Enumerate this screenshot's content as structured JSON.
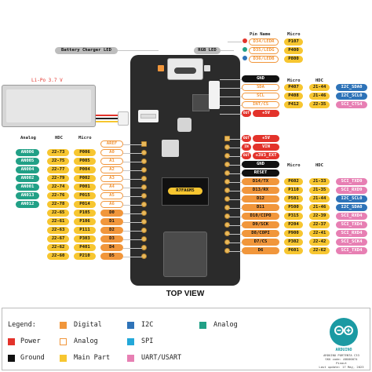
{
  "colors": {
    "digital": "#f1963b",
    "analog": "#21a086",
    "i2c": "#2e73b8",
    "spi": "#23a8d9",
    "uart": "#e77fb3",
    "power": "#e3332b",
    "ground": "#111111",
    "main_part": "#f7c630"
  },
  "labels": {
    "battery_led": "Battery Charger LED",
    "rgb_led": "RGB LED",
    "lipo": "Li-Po 3.7 V",
    "top_view": "TOP VIEW",
    "chip": "R7FA6M5"
  },
  "rgb": {
    "headers": {
      "pin": "Pin Name",
      "micro": "Micro"
    },
    "rows": [
      {
        "pin": "D34/LEDR",
        "micro": "P107"
      },
      {
        "pin": "D35/LEDG",
        "micro": "P400"
      },
      {
        "pin": "D36/LEDB",
        "micro": "P800"
      }
    ]
  },
  "top_right": {
    "headers": {
      "micro": "Micro",
      "hdc": "HDC"
    },
    "gnd": "GND",
    "rows": [
      {
        "name": "SDA",
        "micro": "P407",
        "hdc": "J1-44",
        "func": "I2C_SDA0"
      },
      {
        "name": "SCL",
        "micro": "P408",
        "hdc": "J1-46",
        "func": "I2C_SCL0"
      },
      {
        "name": "INT/CS",
        "micro": "P412",
        "hdc": "J2-35",
        "func": "SCI_CTS4"
      }
    ],
    "out5v": "+5V",
    "out": "OUT"
  },
  "left": {
    "headers": {
      "analog": "Analog",
      "hdc": "HDC",
      "micro": "Micro"
    },
    "rows": [
      {
        "pin": "AREF",
        "hdc": "",
        "micro": "",
        "analog": ""
      },
      {
        "pin": "A0",
        "hdc": "J2-73",
        "micro": "P006",
        "analog": "AN006"
      },
      {
        "pin": "A1",
        "hdc": "J2-75",
        "micro": "P005",
        "analog": "AN005"
      },
      {
        "pin": "A2",
        "hdc": "J2-77",
        "micro": "P004",
        "analog": "AN004"
      },
      {
        "pin": "A3",
        "hdc": "J2-79",
        "micro": "P002",
        "analog": "AN002"
      },
      {
        "pin": "A4",
        "hdc": "J2-74",
        "micro": "P001",
        "analog": "AN001"
      },
      {
        "pin": "A5",
        "hdc": "J2-76",
        "micro": "P015",
        "analog": "AN013"
      },
      {
        "pin": "A6",
        "hdc": "J2-78",
        "micro": "P014",
        "analog": "AN012"
      },
      {
        "pin": "D0",
        "hdc": "J2-65",
        "micro": "P105",
        "analog": ""
      },
      {
        "pin": "D1",
        "hdc": "J2-61",
        "micro": "P106",
        "analog": ""
      },
      {
        "pin": "D2",
        "hdc": "J2-63",
        "micro": "P111",
        "analog": ""
      },
      {
        "pin": "D3",
        "hdc": "J2-67",
        "micro": "P303",
        "analog": ""
      },
      {
        "pin": "D4",
        "hdc": "J2-62",
        "micro": "P401",
        "analog": ""
      },
      {
        "pin": "D5",
        "hdc": "J2-60",
        "micro": "P210",
        "analog": ""
      }
    ]
  },
  "right": {
    "headers": {
      "micro": "Micro",
      "hdc": "HDC"
    },
    "power_rows": [
      {
        "dir": "OUT",
        "name": "+5V"
      },
      {
        "dir": "IN",
        "name": "VIN"
      },
      {
        "dir": "OUT",
        "name": "+3V3_EXT"
      },
      {
        "dir": "",
        "name": "GND"
      },
      {
        "dir": "",
        "name": "RESET"
      }
    ],
    "rows": [
      {
        "name": "D14/TX",
        "micro": "P602",
        "hdc": "J1-33",
        "func": "SCI_TXD9"
      },
      {
        "name": "D13/RX",
        "micro": "P110",
        "hdc": "J1-35",
        "func": "SCI_RXD9"
      },
      {
        "name": "D12",
        "micro": "P501",
        "hdc": "J1-44",
        "func": "I2C_SCL0"
      },
      {
        "name": "D11",
        "micro": "P500",
        "hdc": "J1-46",
        "func": "I2C_SDA0"
      },
      {
        "name": "D10/CIPO",
        "micro": "P315",
        "hdc": "J2-39",
        "func": "SCI_RXD4"
      },
      {
        "name": "D9/SCK",
        "micro": "P204",
        "hdc": "J2-37",
        "func": "SCI_TXD4"
      },
      {
        "name": "D8/COPI",
        "micro": "P900",
        "hdc": "J2-41",
        "func": "SCI_RXD4"
      },
      {
        "name": "D7/CS",
        "micro": "P302",
        "hdc": "J2-42",
        "func": "SCI_SCK4"
      },
      {
        "name": "D6",
        "micro": "P601",
        "hdc": "J2-62",
        "func": "SCI_TXD4"
      }
    ]
  },
  "legend": {
    "title": "Legend:",
    "items": [
      {
        "label": "Digital",
        "key": "digital"
      },
      {
        "label": "I2C",
        "key": "i2c"
      },
      {
        "label": "Analog",
        "key": "analog"
      },
      {
        "label": "Power",
        "key": "power"
      },
      {
        "label": "Analog",
        "key": "analog_outline"
      },
      {
        "label": "SPI",
        "key": "spi"
      },
      {
        "label": "Ground",
        "key": "ground"
      },
      {
        "label": "Main Part",
        "key": "main_part"
      },
      {
        "label": "UART/USART",
        "key": "uart"
      }
    ]
  },
  "footer": {
    "brand": "ARDUINO",
    "line1": "ARDUINO PORTENTA C33",
    "line2": "SKU code: ABX00074",
    "line3": "Pinout",
    "line4": "Last update: 17 May, 2023"
  }
}
